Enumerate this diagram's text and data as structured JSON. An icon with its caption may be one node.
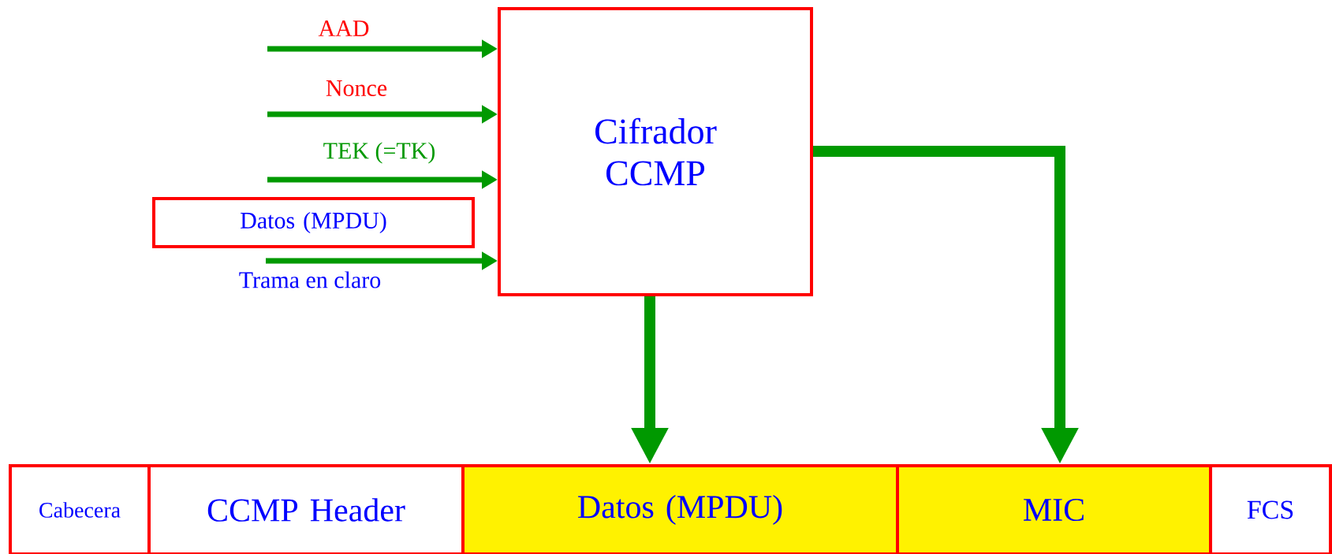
{
  "diagram": {
    "nodes": [
      {
        "text": [
          "Cifrador CCMP"
        ]
      },
      {
        "text": [
          "Datos (MPDU)"
        ]
      },
      {
        "text": [
          "Cabecera"
        ]
      },
      {
        "text": [
          "CCMP Header"
        ]
      },
      {
        "text": [
          "Datos (MPDU)"
        ]
      },
      {
        "text": [
          "MIC"
        ]
      },
      {
        "text": [
          "FCS"
        ]
      }
    ],
    "edges": [
      {
        "from": null,
        "to": 0,
        "arrow": "to",
        "label": "AAD"
      },
      {
        "from": null,
        "to": 0,
        "arrow": "to",
        "label": "Nonce"
      },
      {
        "from": null,
        "to": 0,
        "arrow": "to",
        "label": "TEK (=TK)"
      },
      {
        "from": 1,
        "to": 0,
        "arrow": "to"
      },
      {
        "from": 0,
        "to": 4,
        "arrow": "to",
        "style": "thick"
      },
      {
        "from": 0,
        "to": 5,
        "arrow": "to",
        "style": "thick"
      }
    ],
    "labels": [
      "Trama en claro"
    ]
  }
}
